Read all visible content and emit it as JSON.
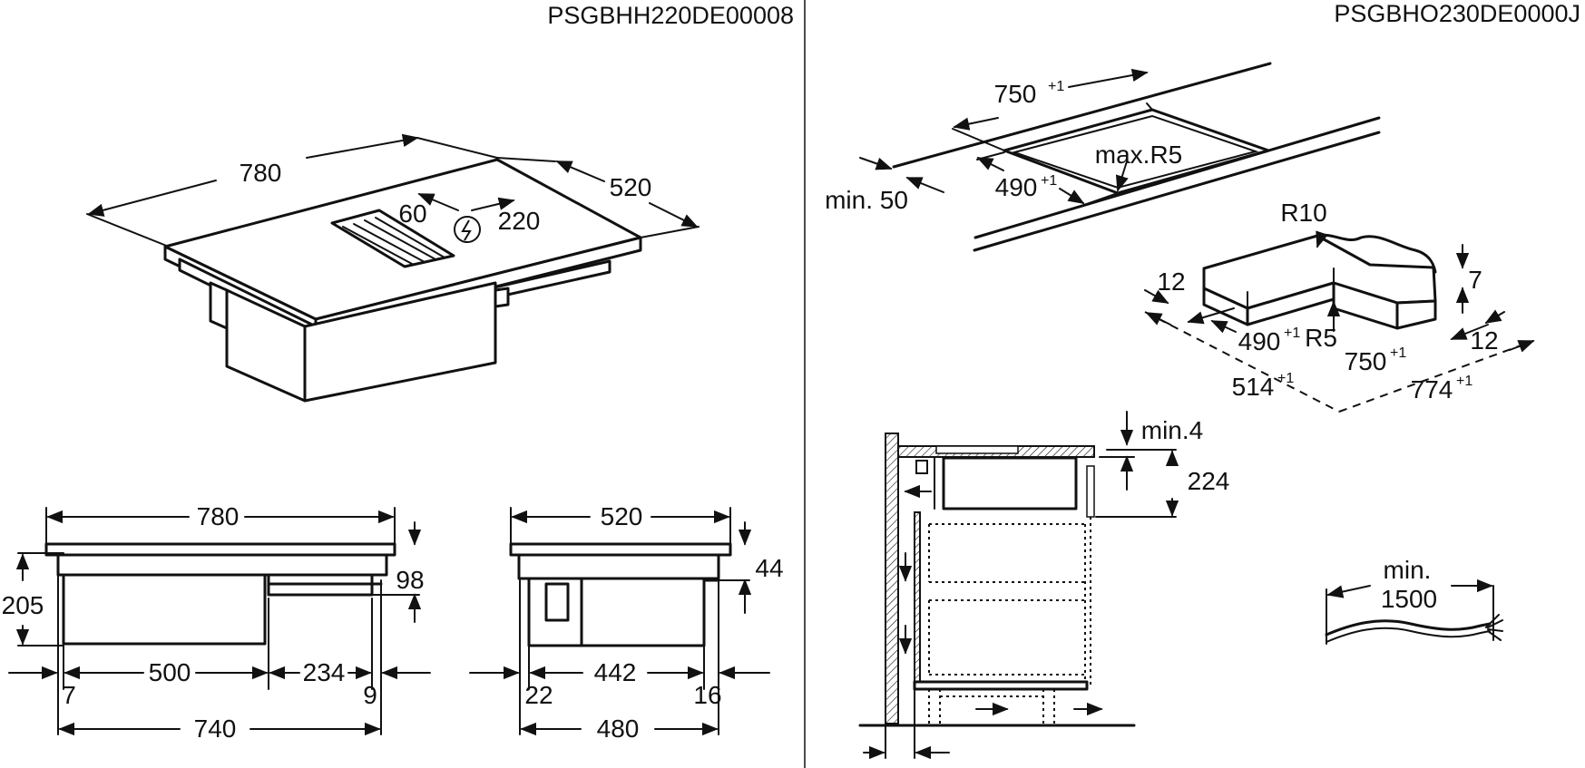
{
  "models": {
    "left": "PSGBHH220DE00008",
    "right": "PSGBHO230DE0000J"
  },
  "iso_hob": {
    "width": "780",
    "depth": "520",
    "connection_x": "60",
    "connection_y": "220"
  },
  "front_view": {
    "width": "780",
    "height_total": "205",
    "height_unit": "98",
    "bottom_a": "500",
    "bottom_b": "234",
    "offset_left": "7",
    "offset_right": "9",
    "cutout_width": "740"
  },
  "side_view": {
    "width": "520",
    "height": "44",
    "bottom": "442",
    "offset_left": "22",
    "offset_right": "16",
    "cutout_depth": "480"
  },
  "cutout": {
    "length": "750",
    "depth": "490",
    "tol": "+1",
    "radius": "max.R5",
    "min_edge": "min. 50"
  },
  "flush": {
    "r_outer": "R10",
    "r_inner": "R5",
    "step": "7",
    "margin_left": "12",
    "margin_right": "12",
    "inner_depth": "490",
    "inner_length": "750",
    "outer_depth": "514",
    "outer_length": "774",
    "tol": "+1"
  },
  "install": {
    "min_gap": "min.4",
    "height": "224"
  },
  "cable": {
    "min_label": "min.",
    "length": "1500"
  }
}
